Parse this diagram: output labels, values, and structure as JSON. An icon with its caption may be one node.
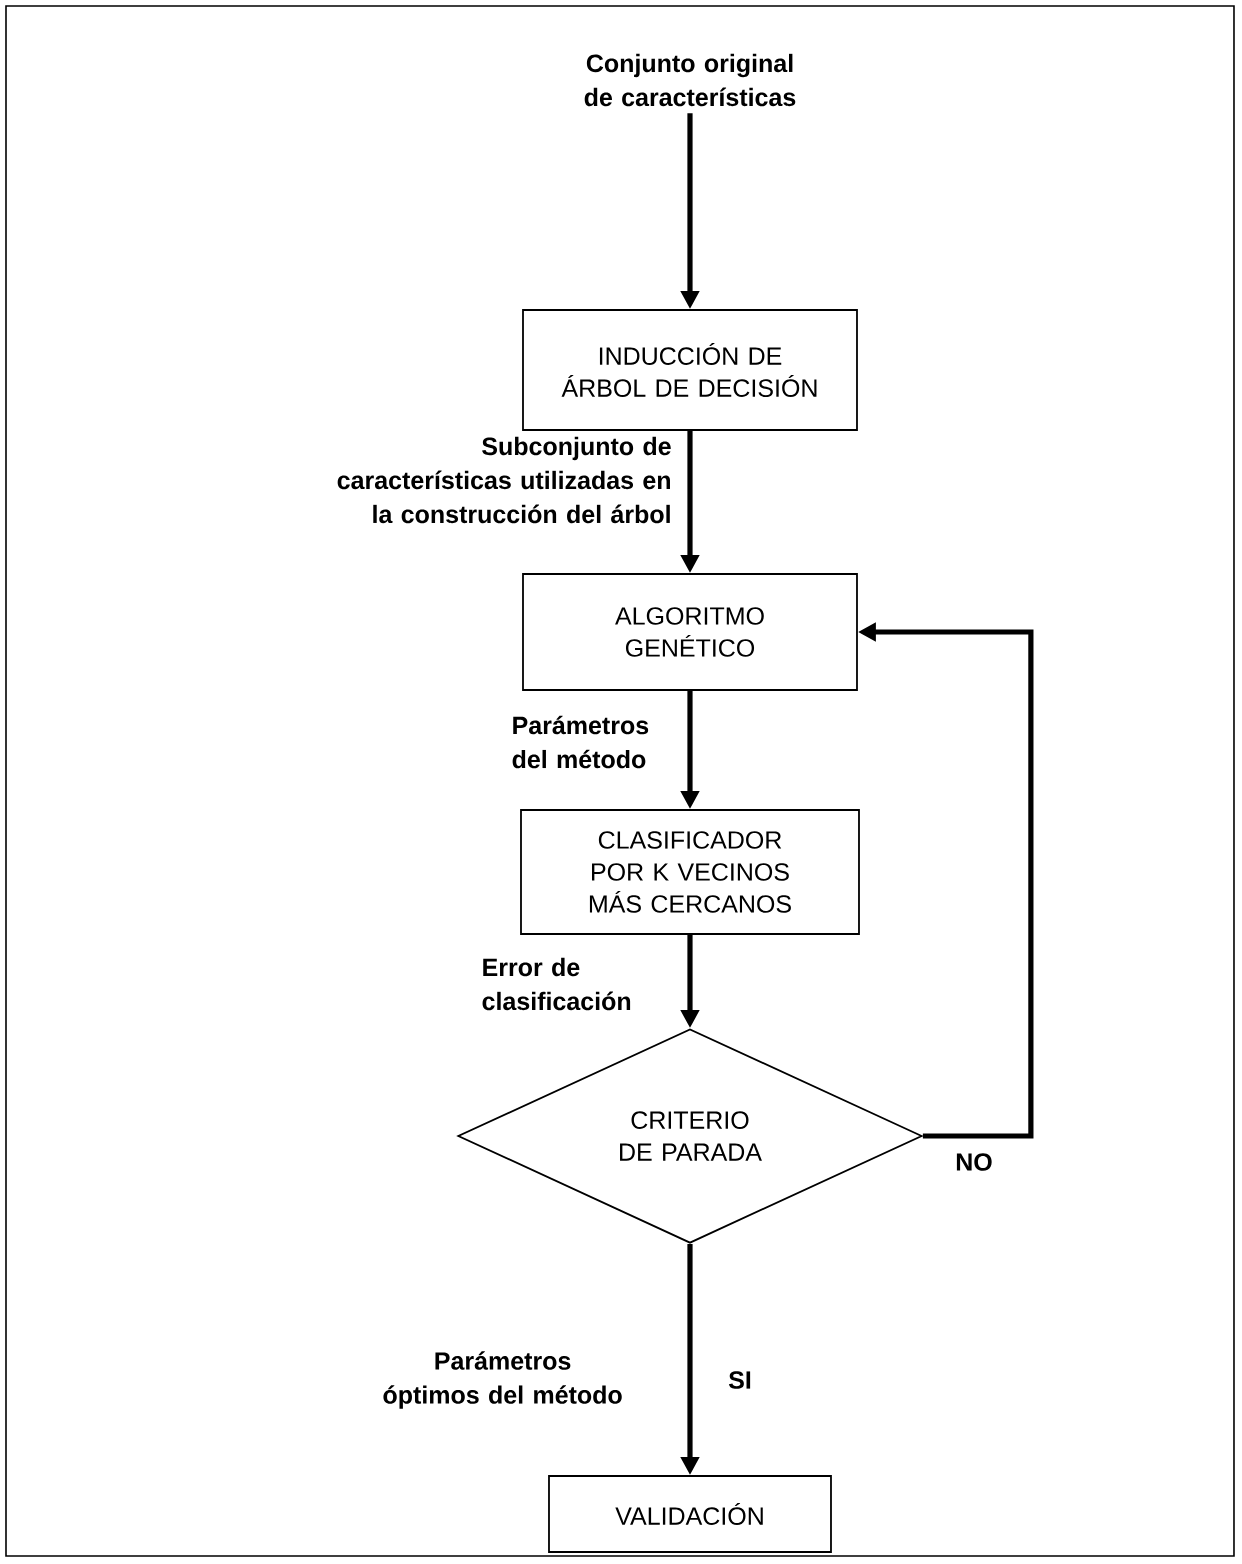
{
  "diagram": {
    "nodes": [
      {
        "text": [
          "Conjunto original de características"
        ]
      },
      {
        "text": [
          "INDUCCIÓN DE ÁRBOL DE DECISIÓN"
        ]
      },
      {
        "text": [
          "ALGORITMO GENÉTICO"
        ]
      },
      {
        "text": [
          "CLASIFICADOR POR K VECINOS MÁS CERCANOS"
        ]
      },
      {
        "text": [
          "CRITERIO DE PARADA"
        ]
      },
      {
        "text": [
          "VALIDACIÓN"
        ]
      }
    ],
    "edges": [
      {
        "from": 0,
        "to": 1,
        "arrow": "to"
      },
      {
        "from": 1,
        "to": 2,
        "arrow": "to"
      },
      {
        "from": 2,
        "to": 3,
        "arrow": "to"
      },
      {
        "from": 3,
        "to": 4,
        "arrow": "to"
      },
      {
        "from": 4,
        "to": 2,
        "arrow": "to",
        "label": "NO"
      },
      {
        "from": 4,
        "to": 5,
        "arrow": "to",
        "label": "SI"
      }
    ],
    "labels": [
      "Subconjunto de características utilizadas en la construcción del árbol",
      "Parámetros del método",
      "Error de clasificación",
      "Parámetros óptimos del método"
    ]
  }
}
